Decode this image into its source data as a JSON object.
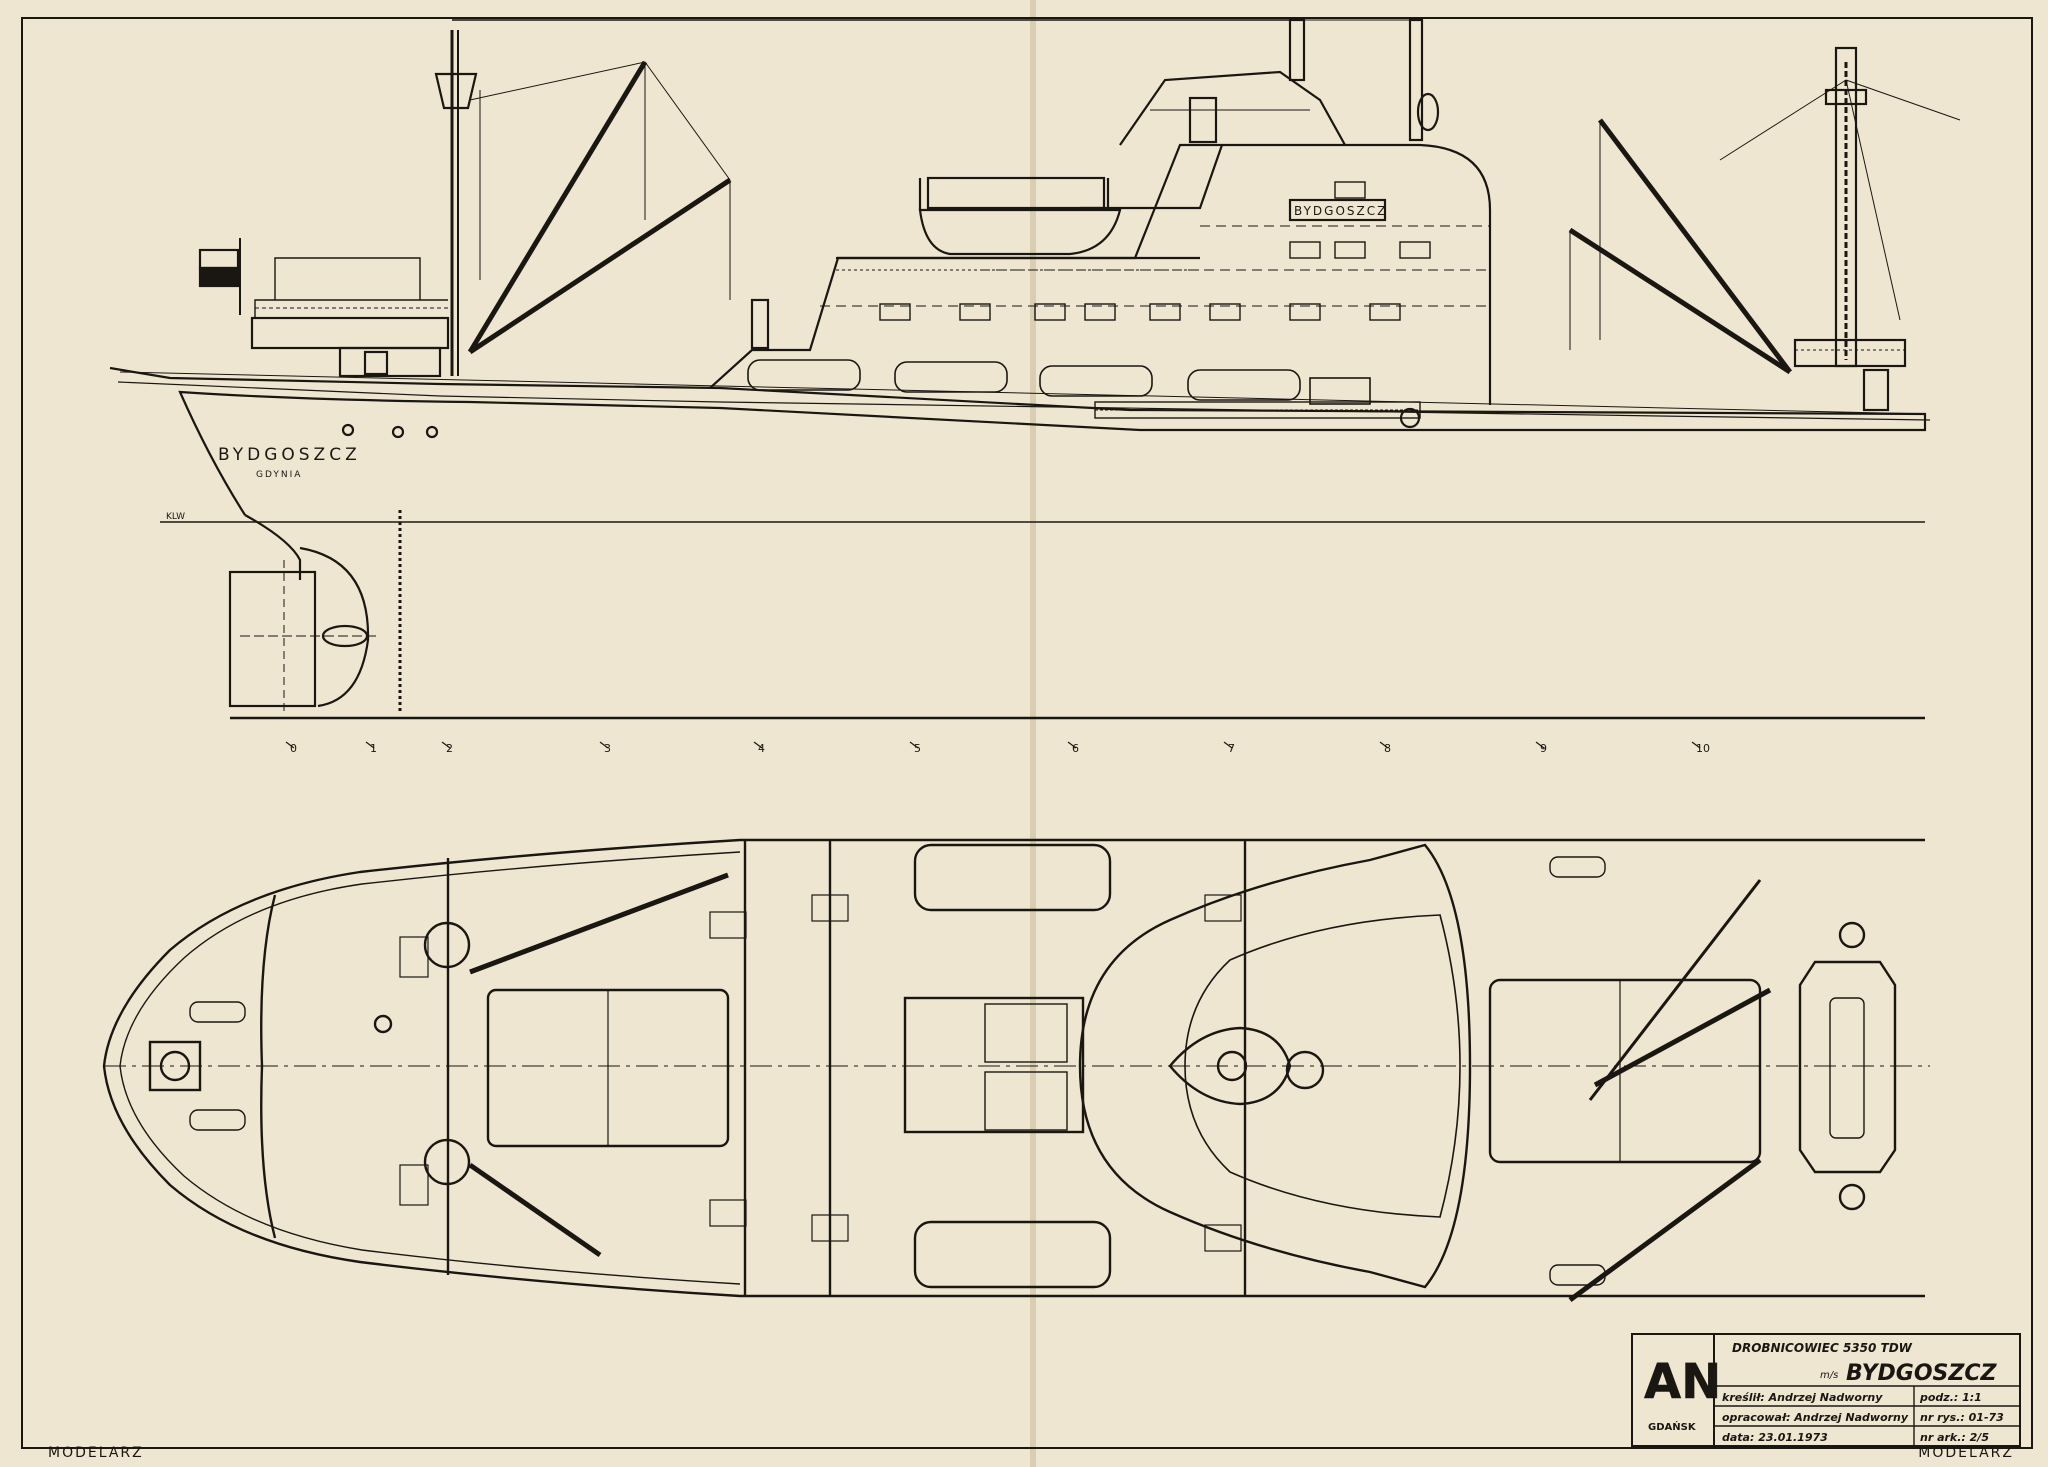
{
  "ship": {
    "hull_name": "BYDGOSZCZ",
    "home_port": "GDYNIA",
    "bridge_name": "BYDGOSZCZ",
    "waterline_label": "KLW"
  },
  "stations": [
    "0",
    "1",
    "2",
    "3",
    "4",
    "5",
    "6",
    "7",
    "8",
    "9",
    "10"
  ],
  "title_block": {
    "logo_mark": "AN",
    "logo_city": "GDAŃSK",
    "type_line": "DROBNICOWIEC 5350 TDW",
    "ship_prefix": "m/s",
    "ship_name": "BYDGOSZCZ",
    "drawn_by": "kreślił: Andrzej Nadworny",
    "prepared_by": "opracował: Andrzej Nadworny",
    "date": "data: 23.01.1973",
    "scale": "podz.: 1:1",
    "drawing_no": "nr rys.: 01-73",
    "sheet_no": "nr ark.: 2/5"
  },
  "footer": {
    "left": "MODELARZ",
    "right": "MODELARZ"
  },
  "colors": {
    "paper": "#efe6d1",
    "ink": "#1a1712",
    "fold": "#d9cdb2"
  }
}
